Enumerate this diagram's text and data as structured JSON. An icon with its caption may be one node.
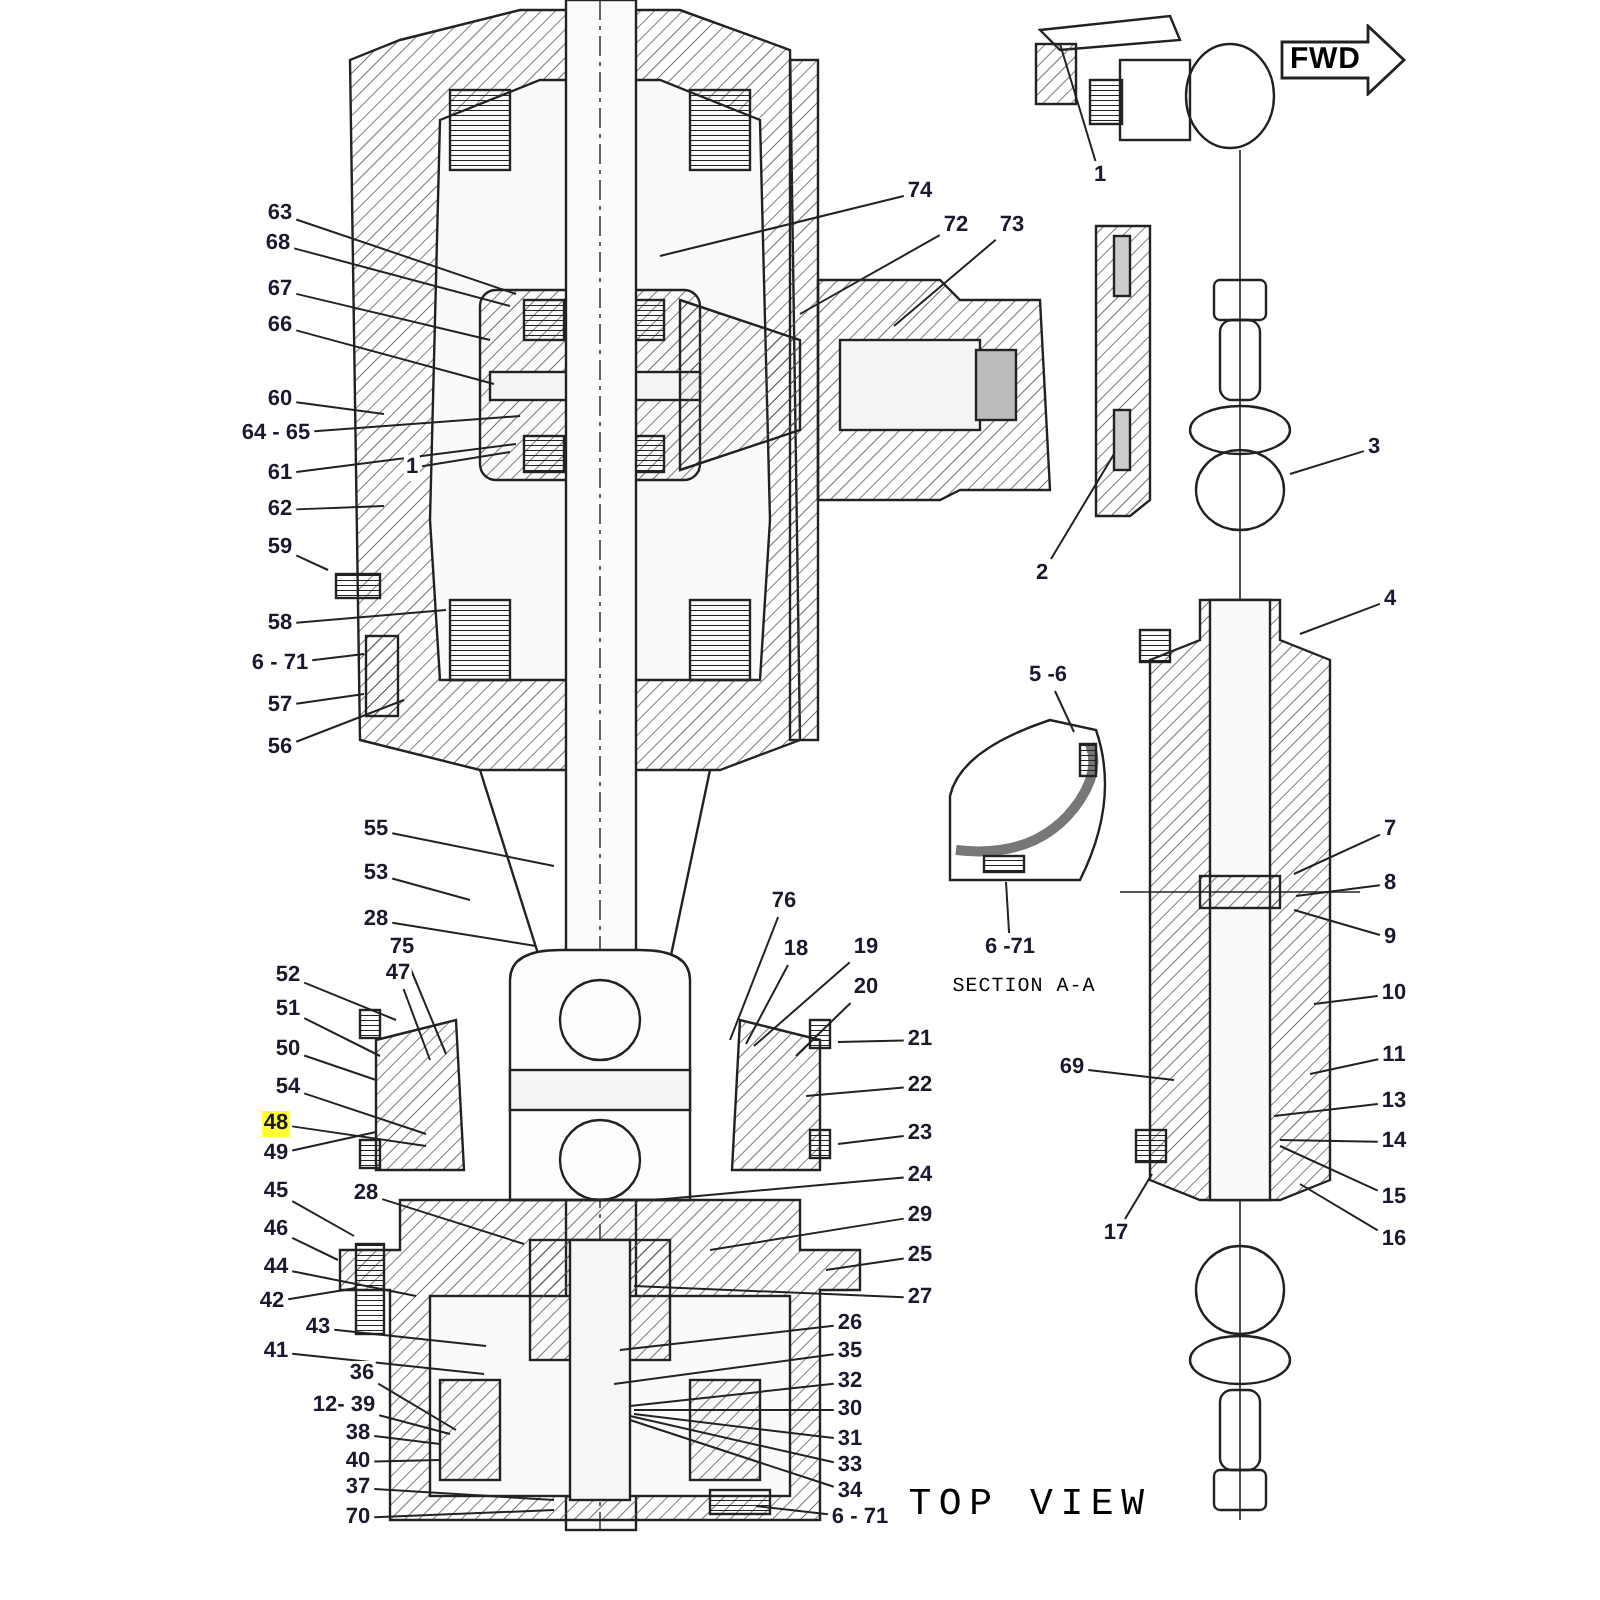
{
  "diagram": {
    "nodes": [
      {
        "text": [
          "FWD"
        ]
      },
      {
        "text": [
          "1"
        ]
      },
      {
        "text": [
          "74"
        ]
      },
      {
        "text": [
          "72"
        ]
      },
      {
        "text": [
          "73"
        ]
      },
      {
        "text": [
          "63"
        ]
      },
      {
        "text": [
          "68"
        ]
      },
      {
        "text": [
          "67"
        ]
      },
      {
        "text": [
          "66"
        ]
      },
      {
        "text": [
          "60"
        ]
      },
      {
        "text": [
          "64 - 65"
        ]
      },
      {
        "text": [
          "61"
        ]
      },
      {
        "text": [
          "1"
        ]
      },
      {
        "text": [
          "62"
        ]
      },
      {
        "text": [
          "59"
        ]
      },
      {
        "text": [
          "58"
        ]
      },
      {
        "text": [
          "6 - 71"
        ]
      },
      {
        "text": [
          "57"
        ]
      },
      {
        "text": [
          "56"
        ]
      },
      {
        "text": [
          "3"
        ]
      },
      {
        "text": [
          "2"
        ]
      },
      {
        "text": [
          "4"
        ]
      },
      {
        "text": [
          "5 -6"
        ]
      },
      {
        "text": [
          "6 -71"
        ]
      },
      {
        "text": [
          "7"
        ]
      },
      {
        "text": [
          "8"
        ]
      },
      {
        "text": [
          "9"
        ]
      },
      {
        "text": [
          "10"
        ]
      },
      {
        "text": [
          "11"
        ]
      },
      {
        "text": [
          "69"
        ]
      },
      {
        "text": [
          "13"
        ]
      },
      {
        "text": [
          "14"
        ]
      },
      {
        "text": [
          "15"
        ]
      },
      {
        "text": [
          "16"
        ]
      },
      {
        "text": [
          "17"
        ]
      },
      {
        "text": [
          "55"
        ]
      },
      {
        "text": [
          "53"
        ]
      },
      {
        "text": [
          "28"
        ]
      },
      {
        "text": [
          "76"
        ]
      },
      {
        "text": [
          "75"
        ]
      },
      {
        "text": [
          "18"
        ]
      },
      {
        "text": [
          "19"
        ]
      },
      {
        "text": [
          "52"
        ]
      },
      {
        "text": [
          "47"
        ]
      },
      {
        "text": [
          "20"
        ]
      },
      {
        "text": [
          "51"
        ]
      },
      {
        "text": [
          "21"
        ]
      },
      {
        "text": [
          "50"
        ]
      },
      {
        "text": [
          "22"
        ]
      },
      {
        "text": [
          "54"
        ]
      },
      {
        "text": [
          "48"
        ]
      },
      {
        "text": [
          "49"
        ]
      },
      {
        "text": [
          "23"
        ]
      },
      {
        "text": [
          "24"
        ]
      },
      {
        "text": [
          "45"
        ]
      },
      {
        "text": [
          "28"
        ]
      },
      {
        "text": [
          "46"
        ]
      },
      {
        "text": [
          "29"
        ]
      },
      {
        "text": [
          "25"
        ]
      },
      {
        "text": [
          "44"
        ]
      },
      {
        "text": [
          "42"
        ]
      },
      {
        "text": [
          "27"
        ]
      },
      {
        "text": [
          "43"
        ]
      },
      {
        "text": [
          "26"
        ]
      },
      {
        "text": [
          "41"
        ]
      },
      {
        "text": [
          "35"
        ]
      },
      {
        "text": [
          "36"
        ]
      },
      {
        "text": [
          "32"
        ]
      },
      {
        "text": [
          "12- 39"
        ]
      },
      {
        "text": [
          "30"
        ]
      },
      {
        "text": [
          "38"
        ]
      },
      {
        "text": [
          "31"
        ]
      },
      {
        "text": [
          "40"
        ]
      },
      {
        "text": [
          "33"
        ]
      },
      {
        "text": [
          "37"
        ]
      },
      {
        "text": [
          "34"
        ]
      },
      {
        "text": [
          "70"
        ]
      },
      {
        "text": [
          "6 - 71"
        ]
      }
    ],
    "edges": [
      {
        "from": 1,
        "to": null,
        "arrow": "none"
      },
      {
        "from": 2,
        "to": null,
        "arrow": "none"
      },
      {
        "from": 3,
        "to": null,
        "arrow": "none"
      },
      {
        "from": 4,
        "to": null,
        "arrow": "none"
      },
      {
        "from": 5,
        "to": null,
        "arrow": "none"
      },
      {
        "from": 6,
        "to": null,
        "arrow": "none"
      },
      {
        "from": 7,
        "to": null,
        "arrow": "none"
      },
      {
        "from": 8,
        "to": null,
        "arrow": "none"
      },
      {
        "from": 9,
        "to": null,
        "arrow": "none"
      },
      {
        "from": 10,
        "to": null,
        "arrow": "none"
      },
      {
        "from": 11,
        "to": null,
        "arrow": "none"
      },
      {
        "from": 12,
        "to": null,
        "arrow": "none"
      },
      {
        "from": 13,
        "to": null,
        "arrow": "none"
      },
      {
        "from": 14,
        "to": null,
        "arrow": "none"
      },
      {
        "from": 15,
        "to": null,
        "arrow": "none"
      },
      {
        "from": 16,
        "to": null,
        "arrow": "none"
      },
      {
        "from": 17,
        "to": null,
        "arrow": "none"
      },
      {
        "from": 18,
        "to": null,
        "arrow": "none"
      },
      {
        "from": 19,
        "to": null,
        "arrow": "none"
      },
      {
        "from": 20,
        "to": null,
        "arrow": "none"
      },
      {
        "from": 21,
        "to": null,
        "arrow": "none"
      },
      {
        "from": 22,
        "to": null,
        "arrow": "none"
      },
      {
        "from": 23,
        "to": null,
        "arrow": "none"
      },
      {
        "from": 24,
        "to": null,
        "arrow": "none"
      },
      {
        "from": 25,
        "to": null,
        "arrow": "none"
      },
      {
        "from": 26,
        "to": null,
        "arrow": "none"
      },
      {
        "from": 27,
        "to": null,
        "arrow": "none"
      },
      {
        "from": 28,
        "to": null,
        "arrow": "none"
      },
      {
        "from": 29,
        "to": null,
        "arrow": "none"
      },
      {
        "from": 30,
        "to": null,
        "arrow": "none"
      },
      {
        "from": 31,
        "to": null,
        "arrow": "none"
      },
      {
        "from": 32,
        "to": null,
        "arrow": "none"
      },
      {
        "from": 33,
        "to": null,
        "arrow": "none"
      },
      {
        "from": 34,
        "to": null,
        "arrow": "none"
      },
      {
        "from": 35,
        "to": null,
        "arrow": "none"
      },
      {
        "from": 36,
        "to": null,
        "arrow": "none"
      },
      {
        "from": 37,
        "to": null,
        "arrow": "none"
      },
      {
        "from": 38,
        "to": null,
        "arrow": "none"
      },
      {
        "from": 39,
        "to": null,
        "arrow": "none"
      },
      {
        "from": 40,
        "to": null,
        "arrow": "none"
      },
      {
        "from": 41,
        "to": null,
        "arrow": "none"
      },
      {
        "from": 42,
        "to": null,
        "arrow": "none"
      },
      {
        "from": 43,
        "to": null,
        "arrow": "none"
      },
      {
        "from": 44,
        "to": null,
        "arrow": "none"
      },
      {
        "from": 45,
        "to": null,
        "arrow": "none"
      },
      {
        "from": 46,
        "to": null,
        "arrow": "none"
      },
      {
        "from": 47,
        "to": null,
        "arrow": "none"
      },
      {
        "from": 48,
        "to": null,
        "arrow": "none"
      },
      {
        "from": 49,
        "to": null,
        "arrow": "none"
      },
      {
        "from": 50,
        "to": null,
        "arrow": "none"
      },
      {
        "from": 51,
        "to": null,
        "arrow": "none"
      },
      {
        "from": 52,
        "to": null,
        "arrow": "none"
      },
      {
        "from": 53,
        "to": null,
        "arrow": "none"
      },
      {
        "from": 54,
        "to": null,
        "arrow": "none"
      },
      {
        "from": 55,
        "to": null,
        "arrow": "none"
      },
      {
        "from": 56,
        "to": null,
        "arrow": "none"
      },
      {
        "from": 57,
        "to": null,
        "arrow": "none"
      },
      {
        "from": 58,
        "to": null,
        "arrow": "none"
      },
      {
        "from": 59,
        "to": null,
        "arrow": "none"
      },
      {
        "from": 60,
        "to": null,
        "arrow": "none"
      },
      {
        "from": 61,
        "to": null,
        "arrow": "none"
      },
      {
        "from": 62,
        "to": null,
        "arrow": "none"
      },
      {
        "from": 63,
        "to": null,
        "arrow": "none"
      },
      {
        "from": 64,
        "to": null,
        "arrow": "none"
      },
      {
        "from": 65,
        "to": null,
        "arrow": "none"
      },
      {
        "from": 66,
        "to": null,
        "arrow": "none"
      },
      {
        "from": 67,
        "to": null,
        "arrow": "none"
      },
      {
        "from": 68,
        "to": null,
        "arrow": "none"
      },
      {
        "from": 69,
        "to": null,
        "arrow": "none"
      },
      {
        "from": 70,
        "to": null,
        "arrow": "none"
      },
      {
        "from": 71,
        "to": null,
        "arrow": "none"
      },
      {
        "from": 72,
        "to": null,
        "arrow": "none"
      },
      {
        "from": 73,
        "to": null,
        "arrow": "none"
      },
      {
        "from": 74,
        "to": null,
        "arrow": "none"
      },
      {
        "from": 75,
        "to": null,
        "arrow": "none"
      },
      {
        "from": 76,
        "to": null,
        "arrow": "none"
      },
      {
        "from": 77,
        "to": null,
        "arrow": "none"
      }
    ],
    "labels": [
      "SECTION A-A",
      "TOP VIEW"
    ]
  }
}
